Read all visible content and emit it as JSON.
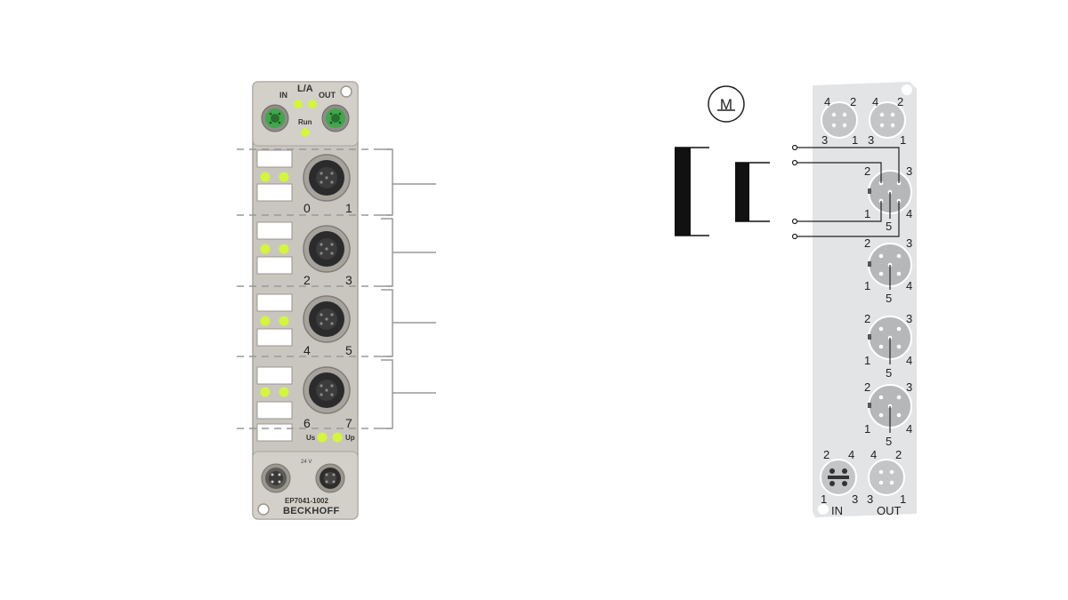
{
  "module": {
    "labels": {
      "in": "IN",
      "la": "L/A",
      "out": "OUT",
      "run": "Run",
      "us": "Us",
      "up": "Up",
      "voltage": "24 V",
      "model": "EP7041-1002",
      "brand": "BECKHOFF"
    },
    "channel_numbers": [
      "0",
      "1",
      "2",
      "3",
      "4",
      "5",
      "6",
      "7"
    ]
  },
  "schematic": {
    "motor_symbol": "M",
    "socket_top_in_pins": [
      "4",
      "2",
      "3",
      "1"
    ],
    "socket_top_out_pins": [
      "4",
      "2",
      "3",
      "1"
    ],
    "m8_socket_pins": [
      "2",
      "3",
      "1",
      "4",
      "5"
    ],
    "power_in_pins": [
      "2",
      "4",
      "1",
      "3"
    ],
    "power_out_pins": [
      "4",
      "2",
      "3",
      "1"
    ],
    "power_in_label": "IN",
    "power_out_label": "OUT"
  },
  "colors": {
    "housing": "#c9c6bf",
    "housing_dark": "#a9a69f",
    "led": "#d4f53c",
    "ethercat_green": "#3fa84a",
    "schematic_panel": "#e3e4e6",
    "socket_grey": "#b6b7b9"
  }
}
